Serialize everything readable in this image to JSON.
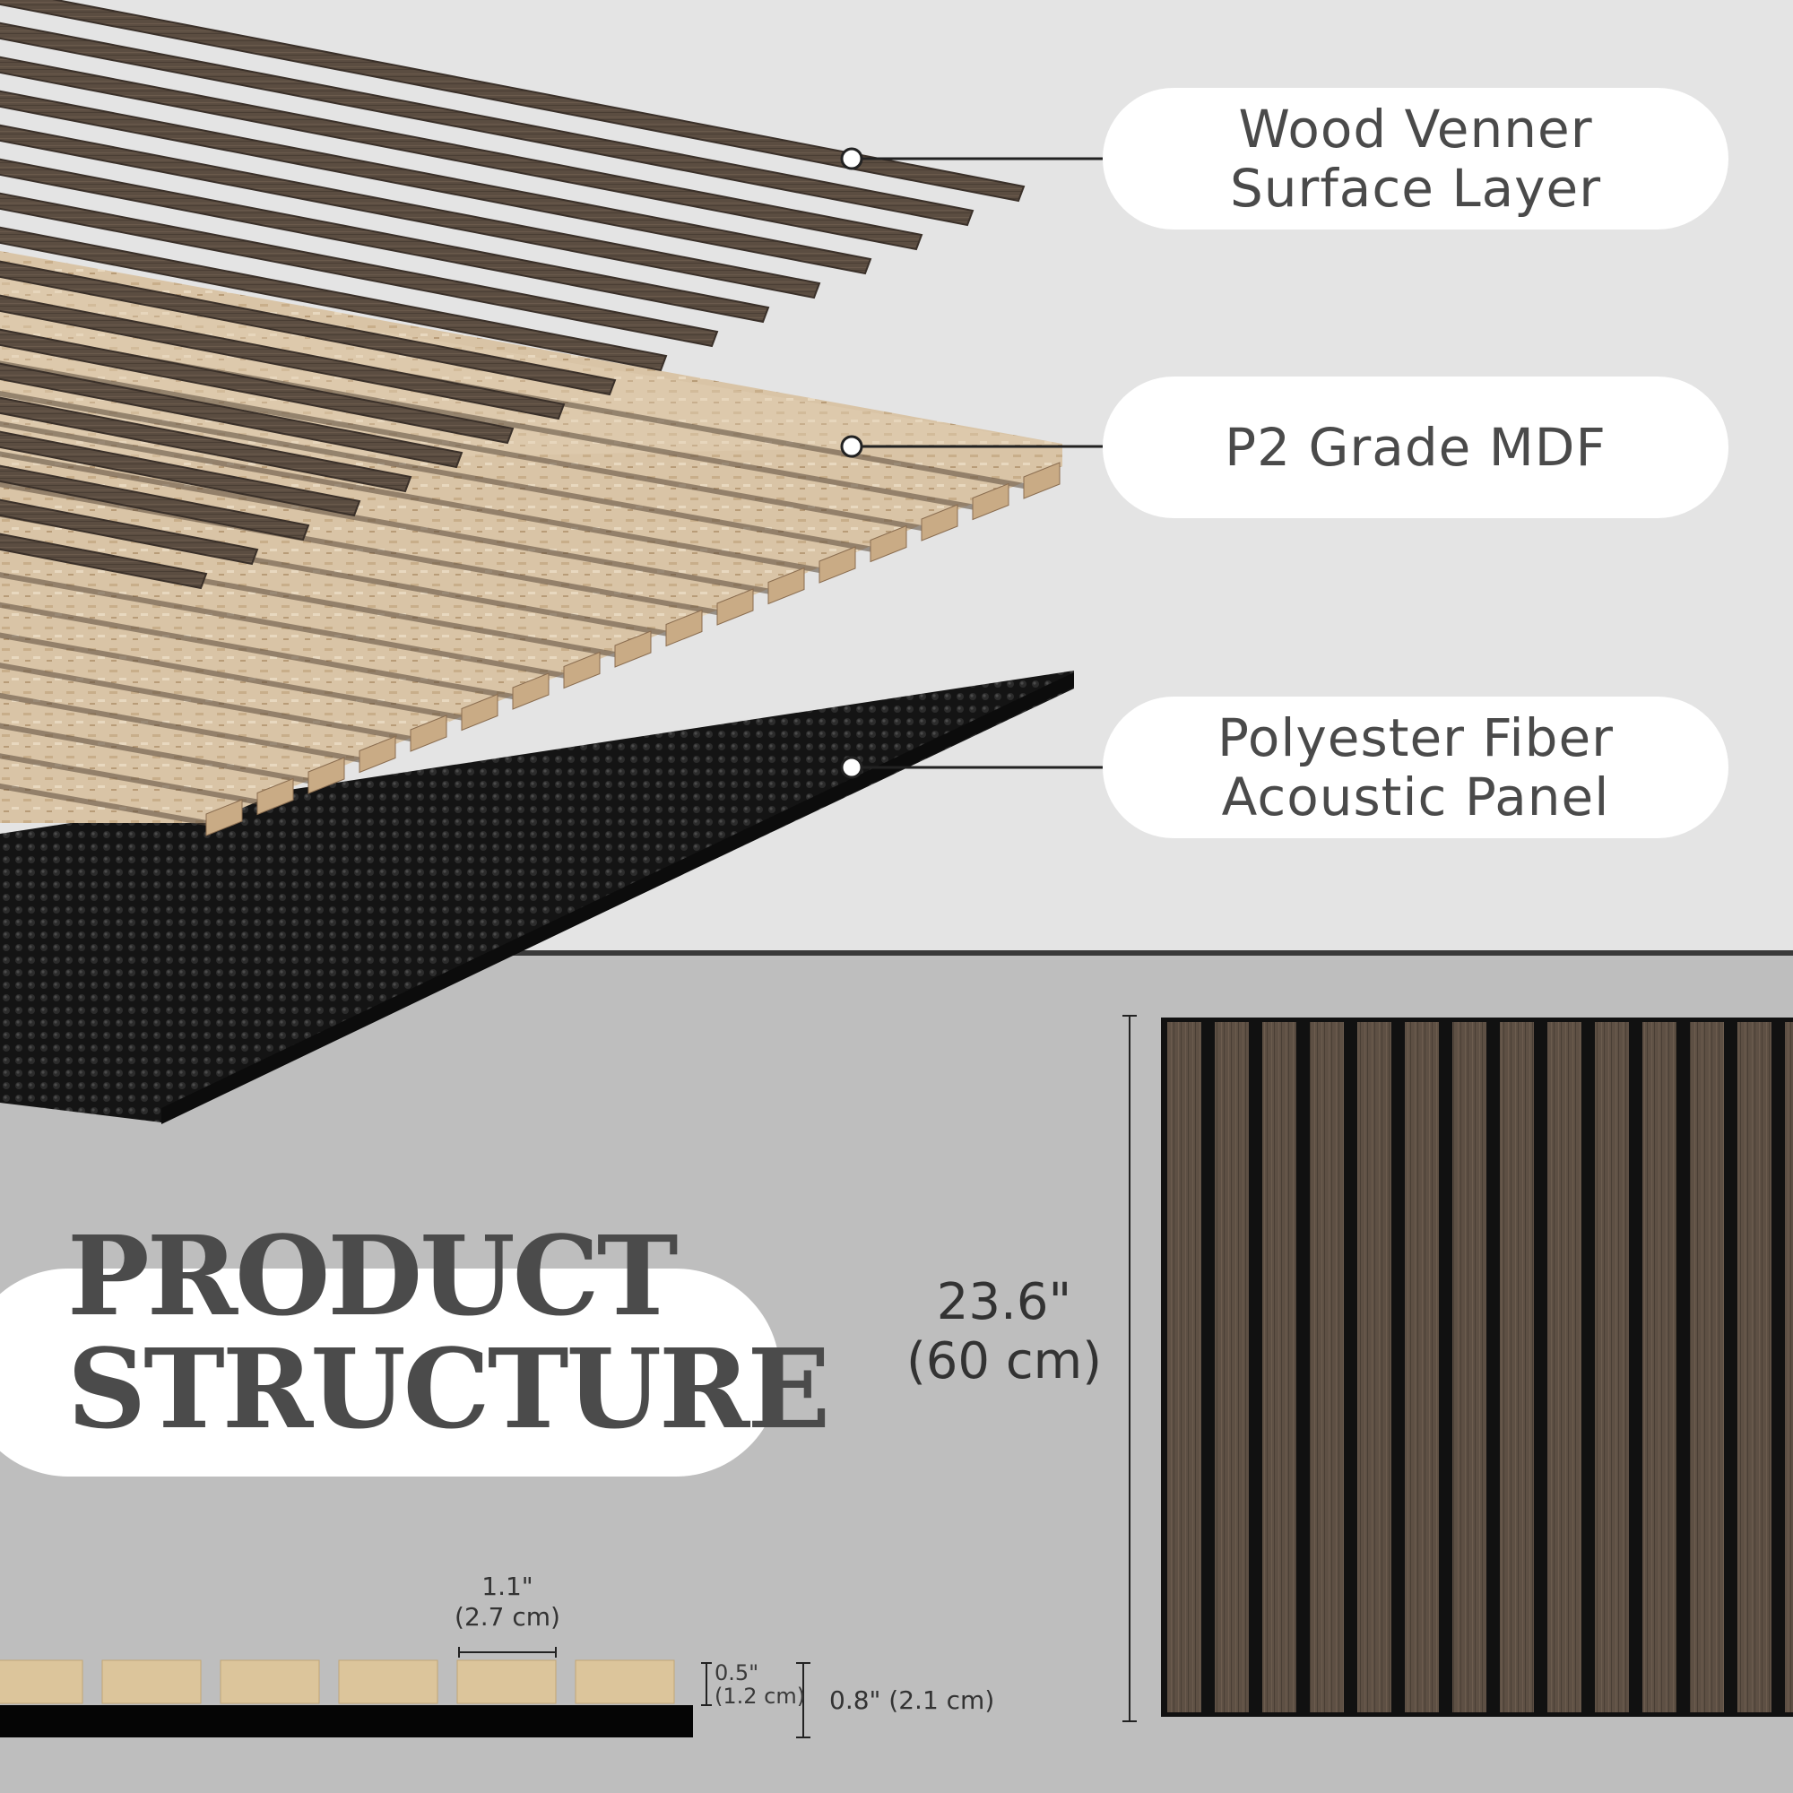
{
  "callouts": {
    "surface": [
      "Wood Venner",
      "Surface Layer"
    ],
    "mdf": [
      "P2 Grade MDF"
    ],
    "acoustic": [
      "Polyester Fiber",
      "Acoustic Panel"
    ]
  },
  "title": [
    "PRODUCT",
    "STRUCTURE"
  ],
  "dimensions": {
    "height": [
      "23.6\"",
      "(60 cm)"
    ],
    "slat_width": [
      "1.1\"",
      "(2.7 cm)"
    ],
    "slat_depth": [
      "0.5\"",
      "(1.2 cm)"
    ],
    "total_depth": "0.8\" (2.1 cm)"
  },
  "colors": {
    "wood_veneer": "#5a4c40",
    "mdf": "#d8c2a2",
    "felt": "#151515",
    "background_top": "#e4e4e4",
    "background_bottom": "#bebebe"
  }
}
